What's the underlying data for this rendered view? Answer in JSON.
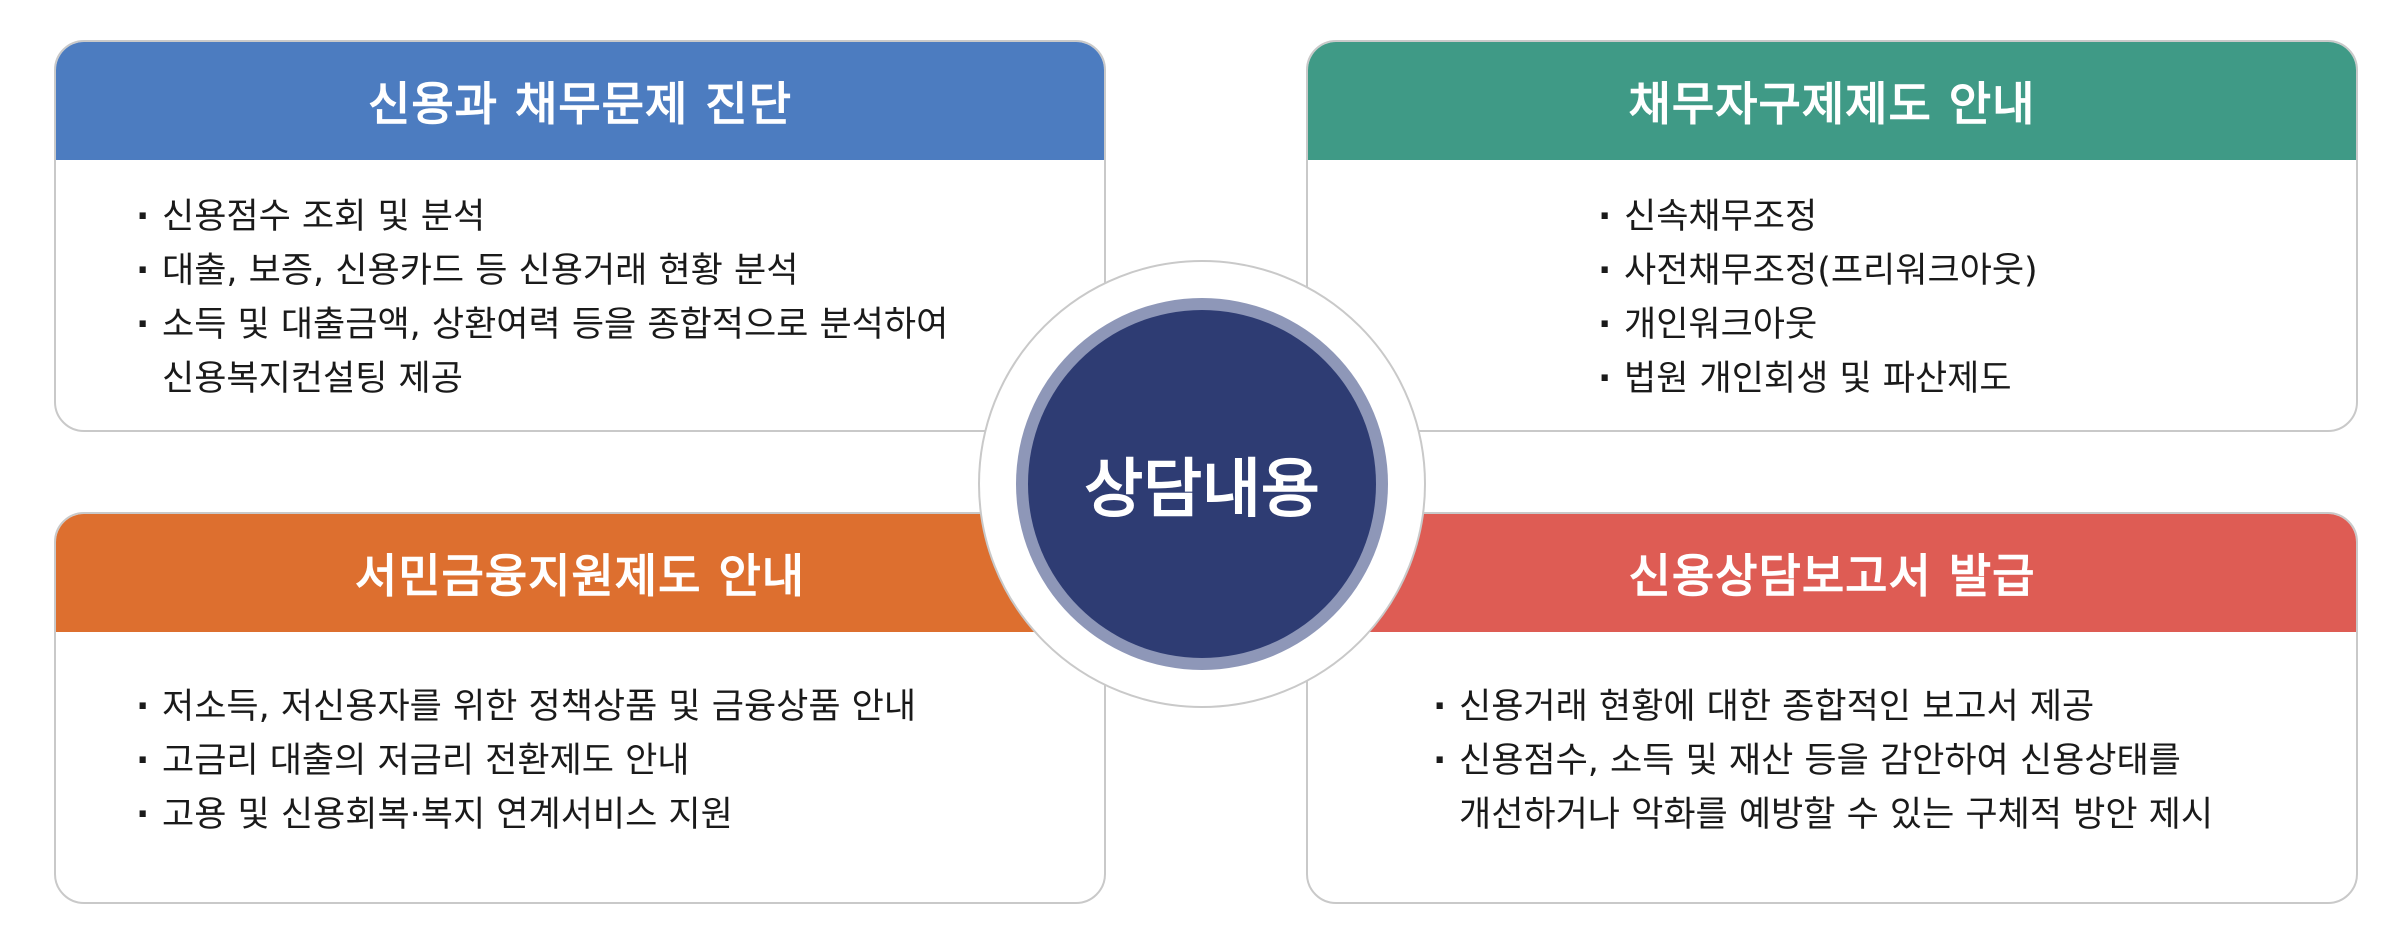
{
  "center": {
    "label": "상담내용",
    "color": "#2e3c73",
    "ring_color": "#8e97b8"
  },
  "cards": [
    {
      "title": "신용과 채무문제 진단",
      "color": "#4c7cc0",
      "items": [
        "신용점수 조회 및 분석",
        "대출, 보증, 신용카드 등 신용거래 현황 분석",
        "소득 및 대출금액, 상환여력 등을 종합적으로 분석하여\n신용복지컨설팅 제공"
      ]
    },
    {
      "title": "채무자구제제도 안내",
      "color": "#3f9a86",
      "items": [
        "신속채무조정",
        "사전채무조정(프리워크아웃)",
        "개인워크아웃",
        "법원 개인회생 및 파산제도"
      ]
    },
    {
      "title": "서민금융지원제도 안내",
      "color": "#dd6f2f",
      "items": [
        "저소득, 저신용자를 위한 정책상품 및 금융상품 안내",
        "고금리 대출의 저금리 전환제도 안내",
        "고용 및 신용회복·복지 연계서비스 지원"
      ]
    },
    {
      "title": "신용상담보고서 발급",
      "color": "#de5c54",
      "items": [
        "신용거래 현황에 대한 종합적인 보고서 제공",
        "신용점수, 소득 및 재산 등을 감안하여 신용상태를\n개선하거나 악화를 예방할 수 있는 구체적 방안 제시"
      ]
    }
  ]
}
